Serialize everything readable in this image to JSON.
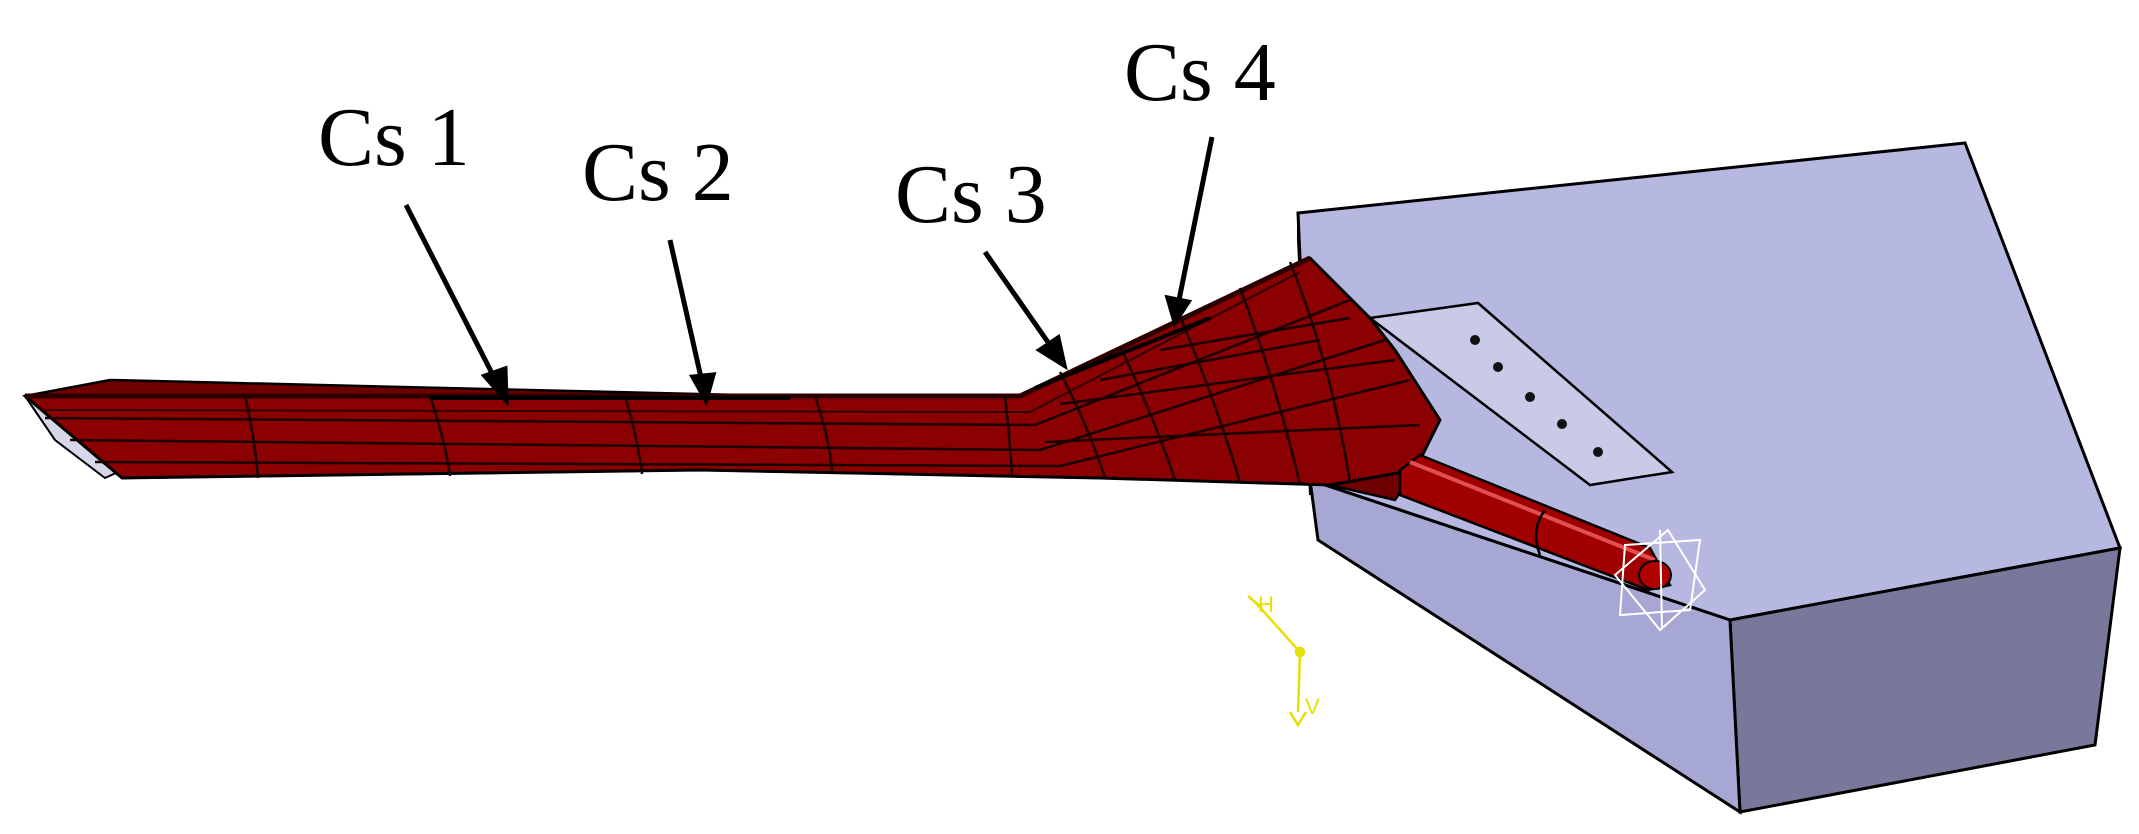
{
  "labels": {
    "cs1": "Cs 1",
    "cs2": "Cs 2",
    "cs3": "Cs 3",
    "cs4": "Cs 4"
  },
  "axis_triad": {
    "h": "H",
    "v": "V"
  },
  "colors": {
    "wing_skin": "#8b0000",
    "wing_edge": "#1a0000",
    "block_top": "#b7b8e2",
    "block_side": "#a9aad6",
    "block_front": "#77789a",
    "plate": "#c9cae8",
    "axis": "#e6e000"
  }
}
